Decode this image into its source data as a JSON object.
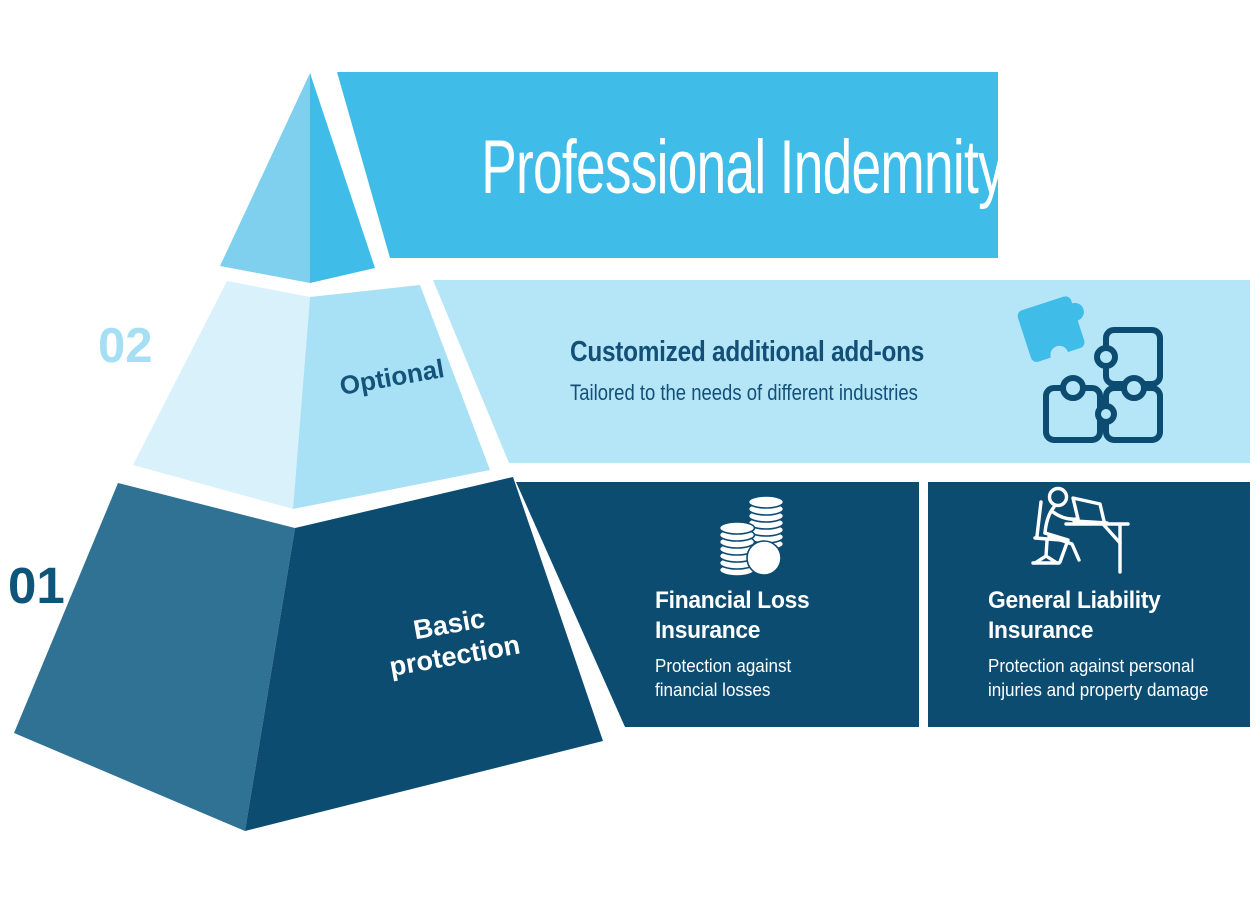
{
  "banner": {
    "title": "Professional Indemnity"
  },
  "levels": {
    "optional": {
      "number": "02",
      "face_label": "Optional",
      "heading": "Customized additional add-ons",
      "subheading": "Tailored to the needs of different industries",
      "icon": "puzzle-pieces-icon"
    },
    "basic": {
      "number": "01",
      "face_label": "Basic protection",
      "cards": [
        {
          "icon": "coin-stacks-icon",
          "title": "Financial Loss Insurance",
          "description": "Protection against financial losses"
        },
        {
          "icon": "person-at-desk-icon",
          "title": "General Liability Insurance",
          "description": "Protection against personal injuries and property damage"
        }
      ]
    }
  },
  "colors": {
    "top_left_face": "#7fd0ef",
    "top_right_face": "#3fbce8",
    "banner_bg": "#3fbce8",
    "mid_left_face": "#d8f1fb",
    "mid_right_face": "#a8e1f6",
    "band_bg": "#b4e6f8",
    "bottom_left_face": "#2f7294",
    "bottom_right_face": "#0d4c71",
    "card_bg": "#0d4c71",
    "dark_text": "#134f77",
    "light_number": "#a6dff4",
    "white": "#ffffff"
  }
}
